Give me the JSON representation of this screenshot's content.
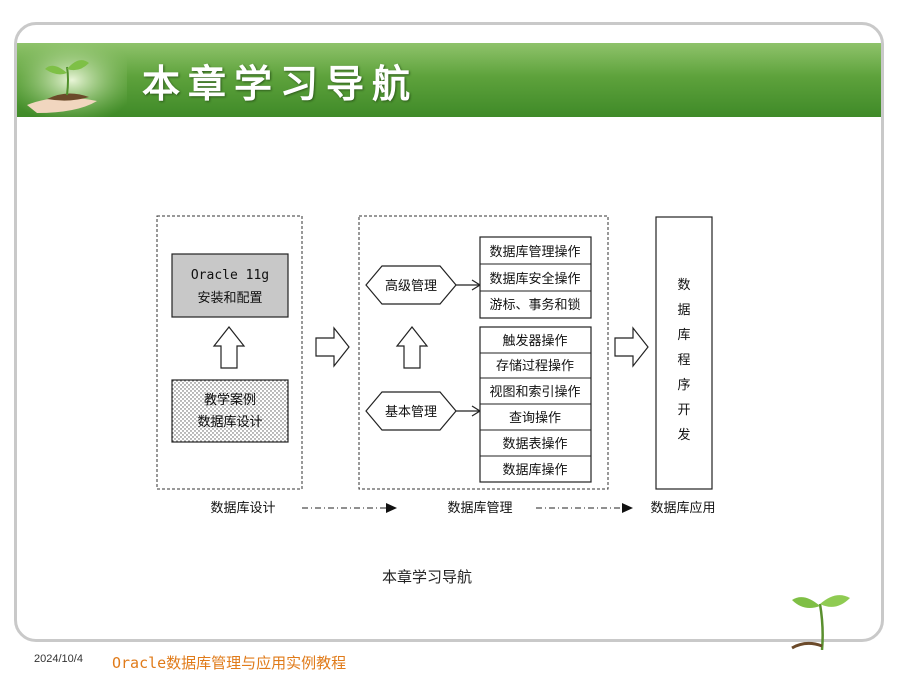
{
  "slide": {
    "title": "本章学习导航",
    "caption": "本章学习导航"
  },
  "diagram": {
    "design_section": {
      "top_box_line1": "Oracle 11g",
      "top_box_line2": "安装和配置",
      "bottom_box_line1": "教学案例",
      "bottom_box_line2": "数据库设计",
      "label": "数据库设计"
    },
    "management_section": {
      "advanced_label": "高级管理",
      "basic_label": "基本管理",
      "advanced_items": [
        "数据库管理操作",
        "数据库安全操作",
        "游标、事务和锁"
      ],
      "basic_items": [
        "触发器操作",
        "存储过程操作",
        "视图和索引操作",
        "查询操作",
        "数据表操作",
        "数据库操作"
      ],
      "label": "数据库管理"
    },
    "application_section": {
      "box_chars": [
        "数",
        "据",
        "库",
        "程",
        "序",
        "开",
        "发"
      ],
      "label": "数据库应用"
    }
  },
  "footer": {
    "date": "2024/10/4",
    "course": "Oracle数据库管理与应用实例教程"
  },
  "colors": {
    "banner_green": "#5ea23c",
    "footer_orange": "#e07b1a",
    "gray_box": "#c8c8c8"
  }
}
